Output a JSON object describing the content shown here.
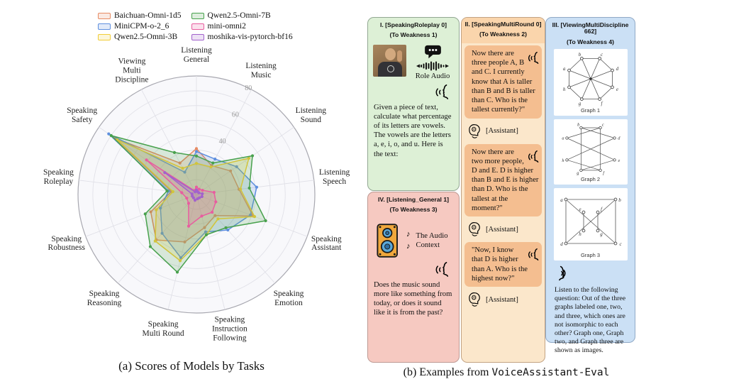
{
  "figure": {
    "caption_a_text": "(a) Scores of Models by Tasks",
    "caption_b_prefix": "(b) Examples from ",
    "caption_b_mono": "VoiceAssistant-Eval"
  },
  "chart_data": {
    "type": "radar",
    "categories": [
      "Listening General",
      "Listening Music",
      "Listening Sound",
      "Listening Speech",
      "Speaking Assistant",
      "Speaking Emotion",
      "Speaking Instruction Following",
      "Speaking Multi Round",
      "Speaking Reasoning",
      "Speaking Robustness",
      "Speaking Roleplay",
      "Speaking Safety",
      "Viewing Multi Discipline"
    ],
    "category_display": [
      "Listening\nGeneral",
      "Listening\nMusic",
      "Listening\nSound",
      "Listening\nSpeech",
      "Speaking\nAssistant",
      "Speaking\nEmotion",
      "Speaking\nInstruction\nFollowing",
      "Speaking\nMulti Round",
      "Speaking\nReasoning",
      "Speaking\nRobustness",
      "Speaking\nRoleplay",
      "Speaking\nSafety",
      "Viewing\nMulti\nDiscipline"
    ],
    "r_ticks": [
      40,
      60,
      80
    ],
    "r_max": 80,
    "ring_step": 10,
    "grid_on": true,
    "legend_position": "top",
    "series": [
      {
        "name": "Baichuan-Omni-1d5",
        "color": "#E78B63",
        "values": [
          31,
          22,
          28,
          29,
          41,
          19,
          23,
          33,
          41,
          33,
          17,
          67,
          24
        ]
      },
      {
        "name": "MiniCPM-o-2_6",
        "color": "#5E8FDF",
        "values": [
          29,
          27,
          33,
          41,
          39,
          32,
          26,
          44,
          35,
          26,
          19,
          72,
          17
        ]
      },
      {
        "name": "Qwen2.5-Omni-3B",
        "color": "#F1CD38",
        "values": [
          21,
          21,
          43,
          30,
          42,
          22,
          28,
          46,
          42,
          29,
          16,
          65,
          20
        ]
      },
      {
        "name": "Qwen2.5-Omni-7B",
        "color": "#48A14D",
        "values": [
          26,
          24,
          46,
          36,
          50,
          30,
          28,
          54,
          47,
          37,
          20,
          70,
          32
        ]
      },
      {
        "name": "mini-omni2",
        "color": "#E85D9F",
        "values": [
          5,
          4,
          5,
          12,
          14,
          16,
          15,
          22,
          8,
          7,
          10,
          41,
          3
        ]
      },
      {
        "name": "moshika-vis-pytorch-bf16",
        "color": "#A262CC",
        "values": [
          3,
          2,
          2,
          4,
          4,
          3,
          3,
          4,
          3,
          3,
          3,
          26,
          2
        ]
      }
    ],
    "legend_columns": [
      [
        0,
        1,
        2
      ],
      [
        3,
        4,
        5
      ]
    ]
  },
  "panels": {
    "p1": {
      "title_line1": "I. [SpeakingRoleplay 0]",
      "title_line2": "(To Weakness 1)",
      "role_audio_label": "Role Audio",
      "question": "Given a piece of text, calculate what percentage of its letters are vowels. The vowels are the letters a, e, i, o, and u. Here is the text:"
    },
    "p2": {
      "title_line1": "II. [SpeakingMultiRound 0]",
      "title_line2": "(To Weakness 2)",
      "turns": [
        {
          "speaker": "user",
          "text": "Now there are three people A, B and C. I currently know that A is taller than B and B is taller than C. Who is the tallest currently?\""
        },
        {
          "speaker": "assistant",
          "label": "[Assistant]"
        },
        {
          "speaker": "user",
          "text": "Now there are two more people, D and E. D is higher than B and E is higher than D. Who is the tallest at the moment?\""
        },
        {
          "speaker": "assistant",
          "label": "[Assistant]"
        },
        {
          "speaker": "user",
          "text": "\"Now, I know that D is higher than A. Who is the highest now?\""
        },
        {
          "speaker": "assistant",
          "label": "[Assistant]"
        }
      ]
    },
    "p3": {
      "title_line1": "III. [ViewingMultiDiscipline 662]",
      "title_line2": "(To Weakness 4)",
      "graphs": [
        "Graph 1",
        "Graph 2",
        "Graph 3"
      ],
      "graph_vertex_labels": [
        "a",
        "b",
        "c",
        "d",
        "e",
        "f",
        "g",
        "h"
      ],
      "question": "Listen to the following question: Out of the three graphs labeled one, two, and three, which ones are not isomorphic to each other? Graph one, Graph two, and Graph three are shown as images."
    },
    "p4": {
      "title_line1": "IV. [Listening_General 1]",
      "title_line2": "(To Weakness 3)",
      "audio_label": "The Audio Context",
      "question": "Does the music sound more like something from today, or does it sound like it is from the past?"
    }
  }
}
